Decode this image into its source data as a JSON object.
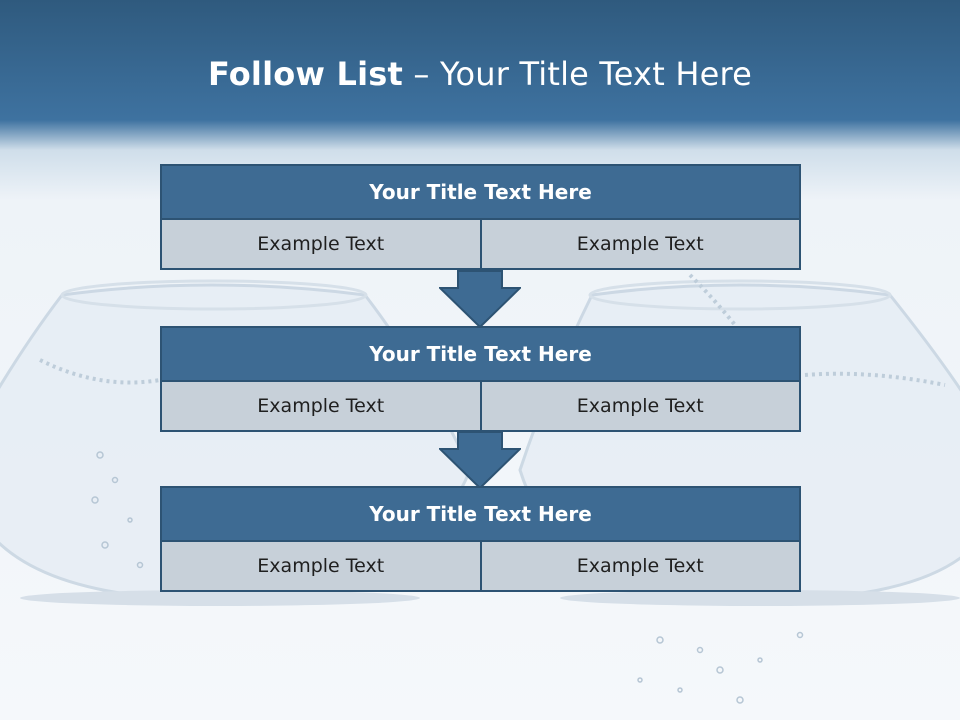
{
  "slide": {
    "title_bold": "Follow List",
    "title_rest": " – Your Title Text Here"
  },
  "steps": [
    {
      "title": "Your Title Text Here",
      "left": "Example Text",
      "right": "Example Text"
    },
    {
      "title": "Your Title Text Here",
      "left": "Example Text",
      "right": "Example Text"
    },
    {
      "title": "Your Title Text Here",
      "left": "Example Text",
      "right": "Example Text"
    }
  ],
  "colors": {
    "header_blue": "#3e6b93",
    "cell_gray": "#c7d0d9",
    "border": "#2d5373"
  }
}
